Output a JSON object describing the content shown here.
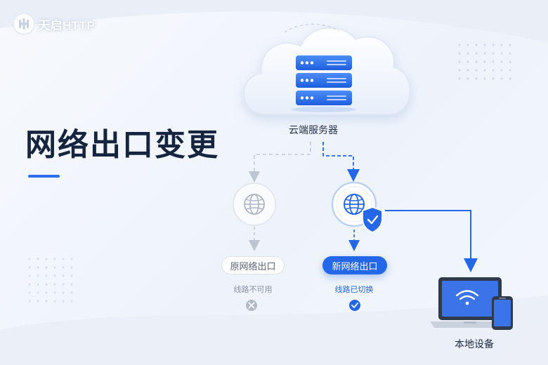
{
  "brand": {
    "name": "天启HTTP"
  },
  "page": {
    "title": "网络出口变更"
  },
  "cloud": {
    "label": "云端服务器"
  },
  "old_exit": {
    "label": "原网络出口",
    "status": "线路不可用"
  },
  "new_exit": {
    "label": "新网络出口",
    "status": "线路已切换"
  },
  "device": {
    "label": "本地设备"
  },
  "icons": {
    "logo": "tianqi-logo-icon",
    "server": "server-stack-icon",
    "globe_old": "globe-icon",
    "globe_new": "globe-icon",
    "shield": "shield-check-icon",
    "fail": "close-circle-icon",
    "success": "check-circle-icon",
    "laptop": "laptop-icon",
    "wifi": "wifi-icon",
    "phone": "smartphone-icon"
  },
  "colors": {
    "accent": "#2467e8",
    "title": "#15243f",
    "inactive": "#b8c0cc",
    "background": "#f2f5fb"
  }
}
